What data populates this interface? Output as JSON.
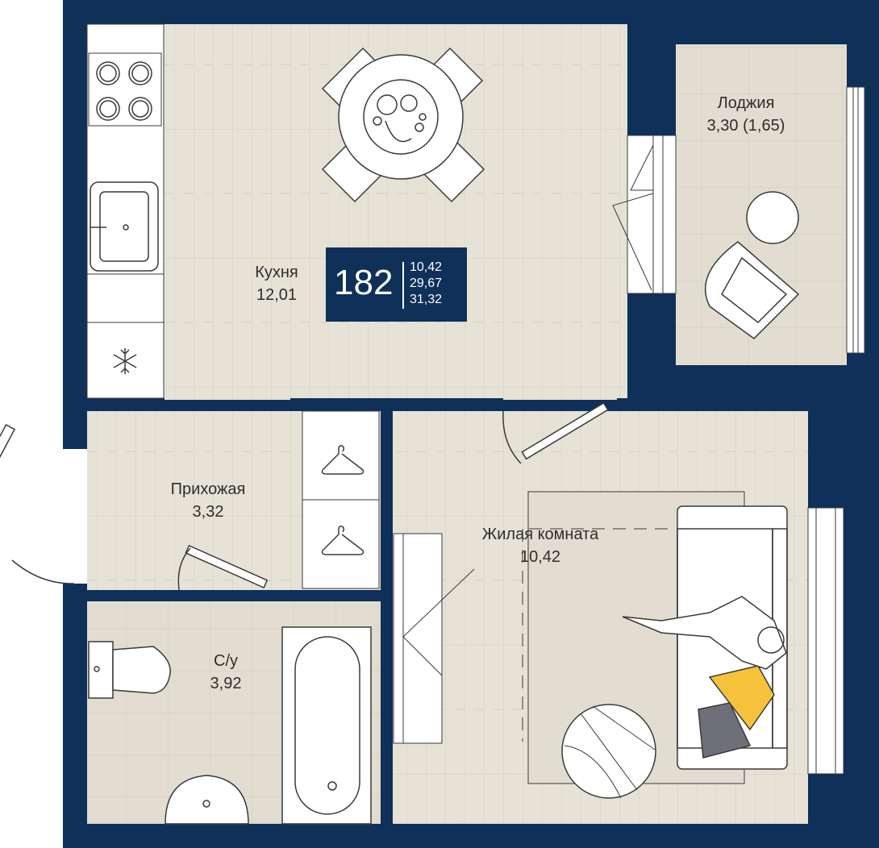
{
  "plan": {
    "colors": {
      "wall": "#0e3059",
      "floor_wood": "#e6e2d6",
      "floor_tile": "#e2ddd0",
      "plank_line": "#d3cdbd",
      "fixture": "#ffffff",
      "line": "#3a3a3a",
      "accent_yellow": "#f5c33b",
      "accent_gray": "#6f6f7a"
    },
    "badge": {
      "number": "182",
      "areas": [
        "10,42",
        "29,67",
        "31,32"
      ]
    },
    "rooms": [
      {
        "id": "kitchen",
        "name": "Кухня",
        "area": "12,01"
      },
      {
        "id": "loggia",
        "name": "Лоджия",
        "area": "3,30 (1,65)"
      },
      {
        "id": "hallway",
        "name": "Прихожая",
        "area": "3,32"
      },
      {
        "id": "living",
        "name": "Жилая комната",
        "area": "10,42"
      },
      {
        "id": "bathroom",
        "name": "С/у",
        "area": "3,92"
      }
    ],
    "icons": [
      "stove-icon",
      "sink-icon",
      "fridge-snowflake-icon",
      "hanger-icon",
      "dining-table-icon",
      "armchair-icon",
      "sofa-icon",
      "bathtub-icon",
      "toilet-icon",
      "washbasin-icon",
      "plant-icon",
      "wardrobe-icon"
    ]
  }
}
